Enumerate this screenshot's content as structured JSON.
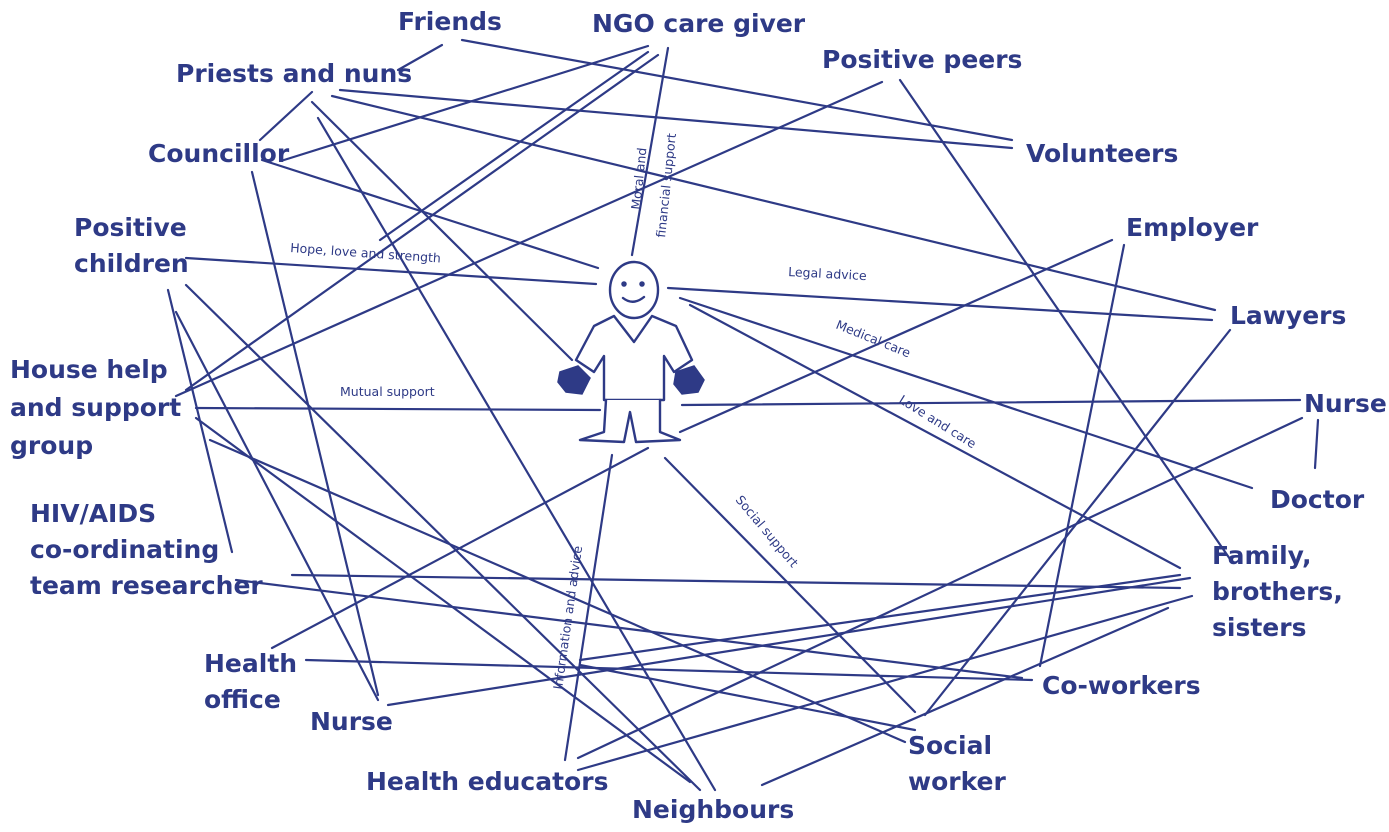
{
  "nodes": {
    "friends": "Friends",
    "ngo_care_giver": "NGO care giver",
    "priests_and_nuns": "Priests and nuns",
    "positive_peers": "Positive peers",
    "councillor": "Councillor",
    "volunteers": "Volunteers",
    "positive_children": [
      "Positive",
      "children"
    ],
    "employer": "Employer",
    "lawyers": "Lawyers",
    "house_help": [
      "House help",
      "and support",
      "group"
    ],
    "nurse_right": "Nurse",
    "doctor": "Doctor",
    "hiv_aids": [
      "HIV/AIDS",
      "co-ordinating",
      "team researcher"
    ],
    "family": [
      "Family,",
      "brothers,",
      "sisters"
    ],
    "health_office": [
      "Health",
      "office"
    ],
    "nurse_left": "Nurse",
    "co_workers": "Co-workers",
    "health_educators": "Health educators",
    "social_worker": [
      "Social",
      "worker"
    ],
    "neighbours": "Neighbours"
  },
  "edge_labels": {
    "hope": "Hope, love and strength",
    "moral_1": "Moral and",
    "moral_2": "financial support",
    "legal": "Legal advice",
    "medical": "Medical care",
    "mutual": "Mutual support",
    "love_care": "Love and care",
    "social_support": "Social support",
    "info": "Information and advice"
  },
  "colors": {
    "ink": "#2e3a86",
    "background": "#ffffff"
  }
}
